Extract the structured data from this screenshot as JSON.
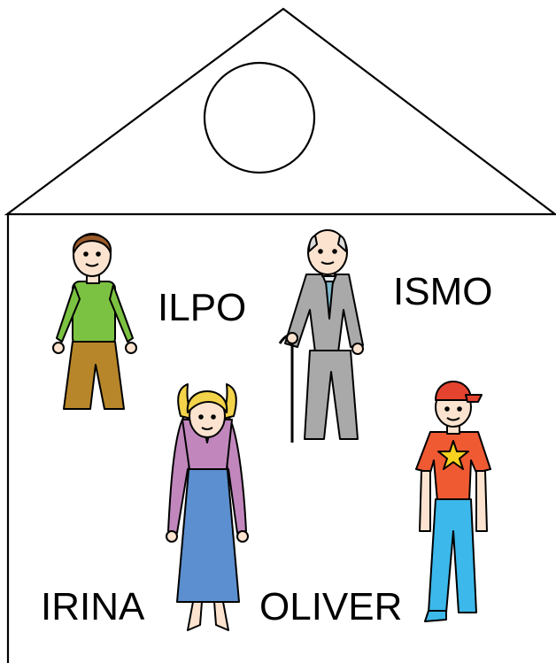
{
  "people": [
    {
      "name": "ILPO",
      "figure": "boy-green-shirt"
    },
    {
      "name": "ISMO",
      "figure": "grandfather-with-cane"
    },
    {
      "name": "IRINA",
      "figure": "woman-purple-blouse"
    },
    {
      "name": "OLIVER",
      "figure": "boy-red-cap-star-shirt"
    }
  ],
  "colors": {
    "outline": "#000000",
    "skin": "#fbe3cf",
    "ilpo_shirt": "#7cc242",
    "ilpo_pants": "#b8862a",
    "ilpo_hair": "#9a5a2a",
    "ismo_suit": "#a9a9a9",
    "irina_blouse": "#c187bd",
    "irina_skirt": "#5b8fcf",
    "irina_hair": "#f3d34a",
    "oliver_cap": "#e4442f",
    "oliver_shirt": "#ef5a32",
    "oliver_star": "#f7d21f",
    "oliver_pants": "#3cb8ea"
  }
}
